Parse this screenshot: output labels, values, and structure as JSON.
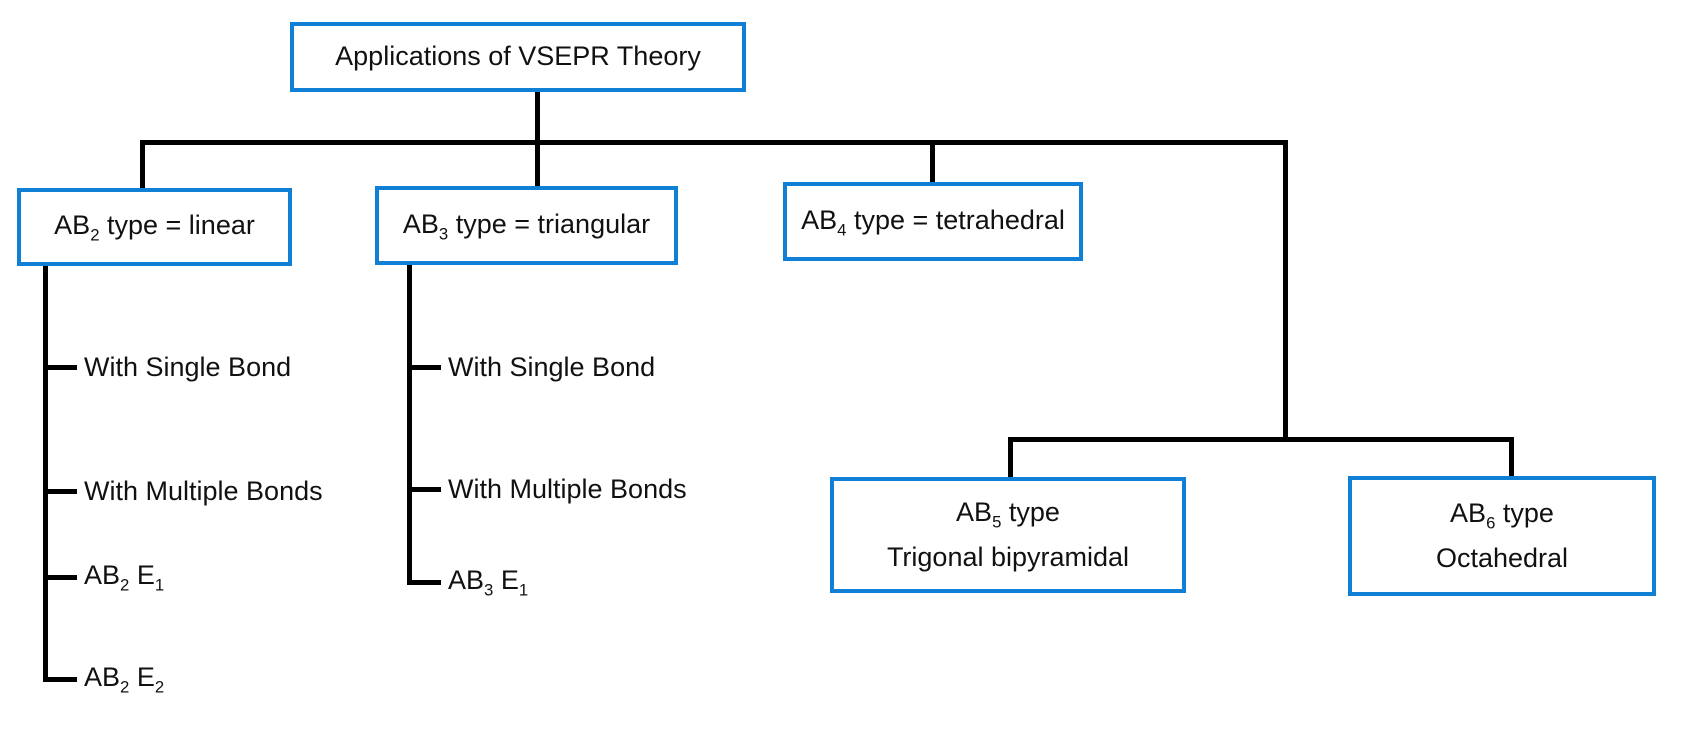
{
  "colors": {
    "box_border": "#1080d6",
    "connector": "#000000",
    "text": "#111111",
    "background": "#ffffff"
  },
  "root_box": {
    "label": "Applications of VSEPR Theory"
  },
  "boxes": {
    "ab2": {
      "pre": "AB",
      "sub": "2",
      "post": " type = linear"
    },
    "ab3": {
      "pre": "AB",
      "sub": "3",
      "post": " type = triangular"
    },
    "ab4": {
      "pre": "AB",
      "sub": "4",
      "post": " type = tetrahedral"
    },
    "ab5": {
      "pre": "AB",
      "sub": "5",
      "post": " type",
      "line2": "Trigonal bipyramidal"
    },
    "ab6": {
      "pre": "AB",
      "sub": "6",
      "post": " type",
      "line2": "Octahedral"
    }
  },
  "ab2_children": {
    "item1": "With Single Bond",
    "item2": "With Multiple Bonds",
    "item3": {
      "pre": "AB",
      "sub": "2",
      "mid": " E",
      "sub2": "1"
    },
    "item4": {
      "pre": "AB",
      "sub": "2",
      "mid": " E",
      "sub2": "2"
    }
  },
  "ab3_children": {
    "item1": "With Single Bond",
    "item2": "With Multiple Bonds",
    "item3": {
      "pre": "AB",
      "sub": "3",
      "mid": " E",
      "sub2": "1"
    }
  }
}
